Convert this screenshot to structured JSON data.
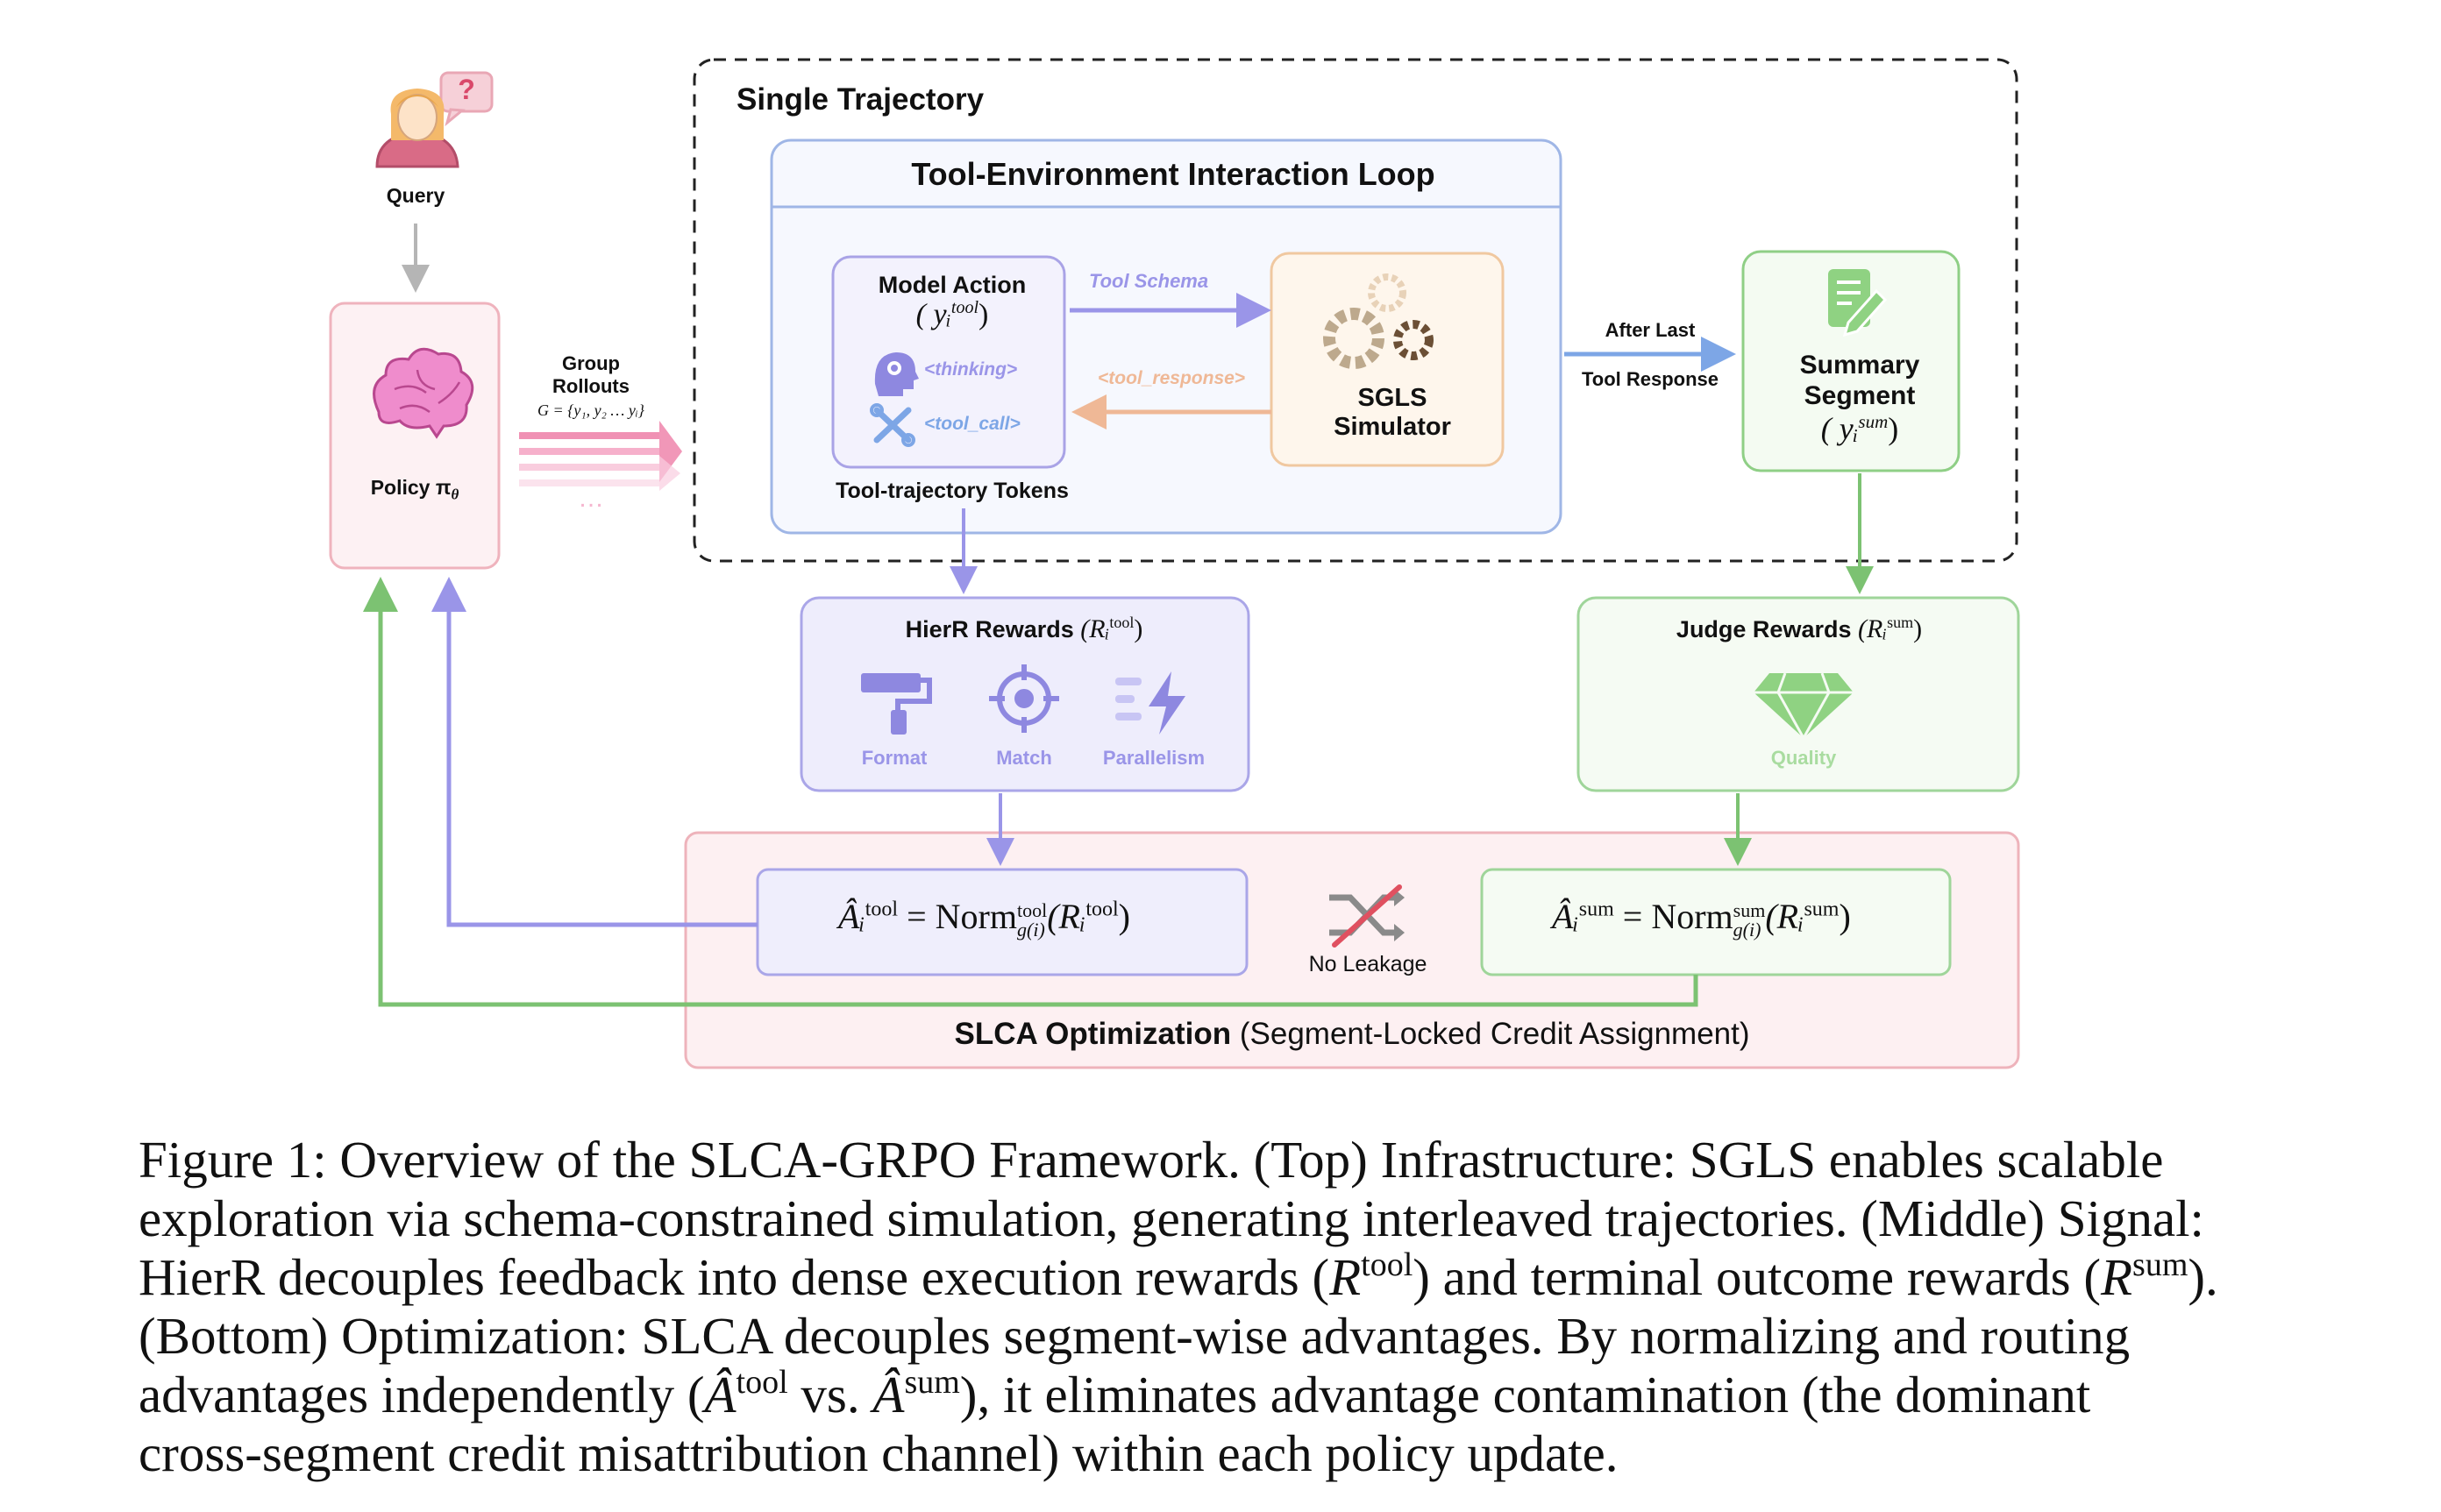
{
  "diagram": {
    "query": {
      "label": "Query",
      "bubble": "?"
    },
    "policy": {
      "label": "Policy π",
      "subscript": "θ"
    },
    "group_rollouts": {
      "line1": "Group",
      "line2": "Rollouts",
      "formula": "G = {y₁, y₂ … yᵢ}",
      "dots": "…"
    },
    "single_trajectory": {
      "title": "Single Trajectory"
    },
    "loop": {
      "title": "Tool-Environment Interaction Loop",
      "model_action": {
        "title": "Model Action",
        "symbol": "( yᵢ",
        "sup": "tool",
        "close": ")",
        "thinking": "<thinking>",
        "tool_call": "<tool_call>"
      },
      "tool_schema": "Tool Schema",
      "tool_response": "<tool_response>",
      "simulator": {
        "line1": "SGLS",
        "line2": "Simulator"
      },
      "tokens_label": "Tool-trajectory Tokens"
    },
    "after_last": {
      "line1": "After Last",
      "line2": "Tool Response"
    },
    "summary": {
      "line1": "Summary",
      "line2": "Segment",
      "symbol": "( yᵢ",
      "sup": "sum",
      "close": ")"
    },
    "hierr": {
      "title": "HierR Rewards",
      "symbol": "(Rᵢ",
      "sup": "tool",
      "close": ")",
      "items": [
        "Format",
        "Match",
        "Parallelism"
      ]
    },
    "judge": {
      "title": "Judge Rewards",
      "symbol": "(Rᵢ",
      "sup": "sum",
      "close": ")",
      "item": "Quality"
    },
    "adv_tool": {
      "lhs": "Âᵢ",
      "lhs_sup": "tool",
      "eq": "= Norm",
      "norm_sup": "tool",
      "norm_sub": "g(i)",
      "arg": "(Rᵢ",
      "arg_sup": "tool",
      "arg_close": ")"
    },
    "adv_sum": {
      "lhs": "Âᵢ",
      "lhs_sup": "sum",
      "eq": "= Norm",
      "norm_sup": "sum",
      "norm_sub": "g(i)",
      "arg": "(Rᵢ",
      "arg_sup": "sum",
      "arg_close": ")"
    },
    "no_leakage": "No Leakage",
    "slca": {
      "bold": "SLCA Optimization",
      "rest": "(Segment-Locked Credit Assignment)"
    }
  },
  "caption": {
    "l1": "Figure 1: Overview of the SLCA-GRPO Framework. (Top) Infrastructure: SGLS enables scalable",
    "l2": "exploration via schema-constrained simulation, generating interleaved trajectories. (Middle) Signal:",
    "l3a": "HierR decouples feedback into dense execution rewards (",
    "l3r1": "R",
    "l3s1": "tool",
    "l3b": ") and terminal outcome rewards (",
    "l3r2": "R",
    "l3s2": "sum",
    "l3c": ").",
    "l4": "(Bottom) Optimization: SLCA decouples segment-wise advantages. By normalizing and routing",
    "l5a": "advantages independently (",
    "l5r1": "Â",
    "l5s1": "tool",
    "l5b": " vs. ",
    "l5r2": "Â",
    "l5s2": "sum",
    "l5c": "), it eliminates advantage contamination (the dominant",
    "l6": "cross-segment credit misattribution channel) within each policy update."
  },
  "colors": {
    "policy_border": "#efb3bd",
    "policy_fill": "#fdf1f3",
    "loop_border": "#9fb6e6",
    "loop_fill": "#f6f8fe",
    "model_border": "#a9a3e6",
    "model_fill": "#f3f2fd",
    "sim_border": "#f0c8a0",
    "sim_fill": "#fef6ec",
    "summary_border": "#8fcf86",
    "summary_fill": "#f4fbf2",
    "hierr_border": "#aaa6e8",
    "hierr_fill": "#eeedfc",
    "judge_border": "#9fd59a",
    "judge_fill": "#f5fbf3",
    "slca_border": "#eeb3bb",
    "slca_fill": "#fdf0f2",
    "purple_arrow": "#9a95e8",
    "green_arrow": "#7cc272",
    "orange_arrow": "#efb896",
    "pink_arrow": "#f08cb0",
    "blue_arrow": "#7da6e6",
    "gray_arrow": "#b5b5b5",
    "icon_purple": "#8e88e0",
    "icon_green": "#8fd282",
    "brain": "#ef8ccc"
  }
}
